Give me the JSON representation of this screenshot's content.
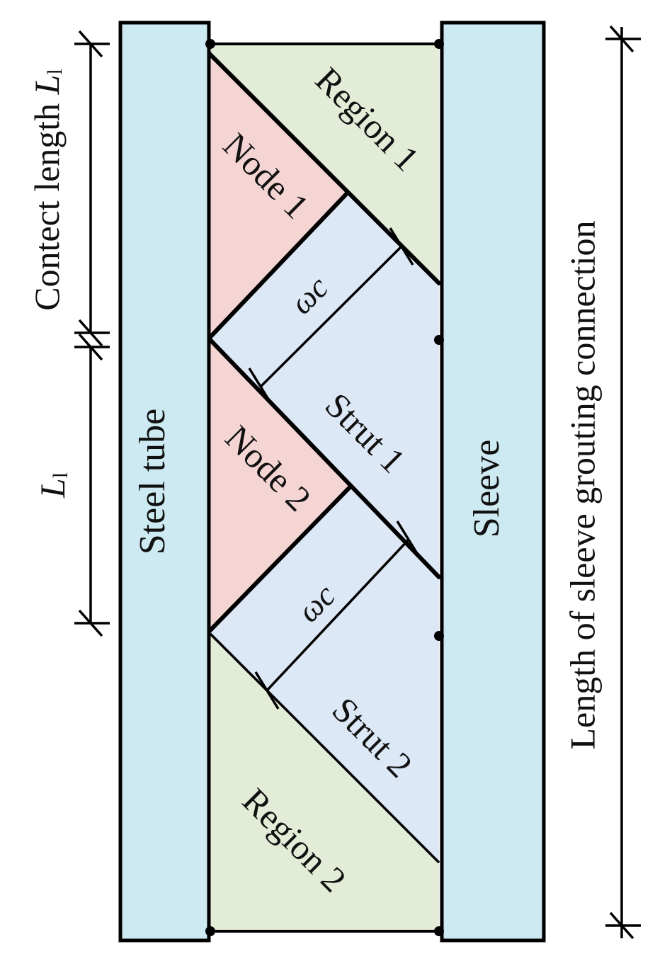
{
  "colors": {
    "tube_fill": "#cdeaf2",
    "region_fill": "#e3ecd7",
    "node_fill": "#f5d4d4",
    "strut_fill": "#dde8f6",
    "stroke": "#000000"
  },
  "labels": {
    "region1": "Region 1",
    "region2": "Region 2",
    "node1": "Node 1",
    "node2": "Node 2",
    "strut1": "Strut 1",
    "strut2": "Strut 2",
    "steel_tube": "Steel tube",
    "sleeve": "Sleeve",
    "omega_c_1": "ωc",
    "omega_c_2": "ωc"
  },
  "dimensions": {
    "contact_length_text": "Contect length ",
    "contact_length_symbol": "L",
    "contact_length_subscript": "l",
    "l1_symbol": "L",
    "l1_subscript": "l",
    "total_length": "Length of sleeve grouting connection"
  }
}
